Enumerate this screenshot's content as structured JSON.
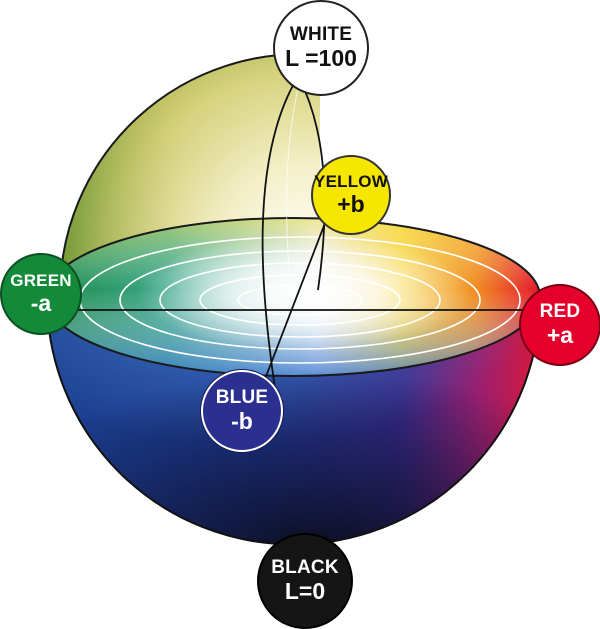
{
  "axes": {
    "white": {
      "name": "WHITE",
      "value": "L =100",
      "color": "#ffffff"
    },
    "yellow": {
      "name": "YELLOW",
      "value": "+b",
      "color": "#f7e600"
    },
    "green": {
      "name": "GREEN",
      "value": "-a",
      "color": "#138a3a"
    },
    "red": {
      "name": "RED",
      "value": "+a",
      "color": "#e4002b"
    },
    "blue": {
      "name": "BLUE",
      "value": "-b",
      "color": "#2b2f8f"
    },
    "black": {
      "name": "BLACK",
      "value": "L=0",
      "color": "#151515"
    }
  }
}
